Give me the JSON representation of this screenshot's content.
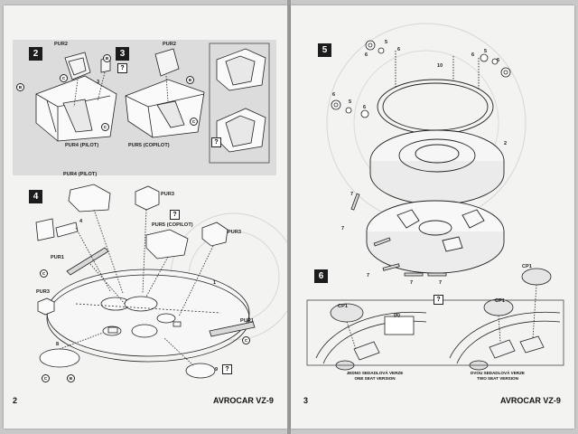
{
  "left_page": {
    "page_number": "2",
    "footer_title": "AVROCAR VZ-9",
    "steps": {
      "step2": {
        "number": "2",
        "labels": {
          "pur2": "PUR2",
          "pur4_pilot": "PUR4 (PILOT)",
          "part3": "3"
        }
      },
      "step3": {
        "number": "3",
        "labels": {
          "pur2": "PUR2",
          "pur5_copilot": "PUR5 (COPILOT)"
        }
      },
      "step4": {
        "number": "4",
        "labels": {
          "pur4_pilot": "PUR4 (PILOT)",
          "pur3_top": "PUR3",
          "pur5_copilot": "PUR5 (COPILOT)",
          "pur3_right": "PUR3",
          "pur1_left": "PUR1",
          "pur3_left": "PUR3",
          "pur1_right": "PUR1",
          "part4": "4",
          "part1": "1",
          "part8": "8",
          "part9": "9"
        }
      }
    },
    "question_mark": "?",
    "color_codes": {
      "c": "C",
      "b": "B"
    }
  },
  "right_page": {
    "page_number": "3",
    "footer_title": "AVROCAR VZ-9",
    "steps": {
      "step5": {
        "number": "5",
        "labels": {
          "p5": "5",
          "p6": "6",
          "p10": "10",
          "p2": "2",
          "p7": "7",
          "p5b": "5",
          "p6b": "6",
          "p6c": "6",
          "p5c": "5",
          "p6d": "6",
          "p6e": "6",
          "p5d": "5",
          "p6f": "6"
        }
      },
      "step6": {
        "number": "6",
        "labels": {
          "cp1_left": "CP1",
          "cp1_right": "CP1",
          "cp1_top": "CP1",
          "part8": "(8)"
        },
        "one_seat_cz": "JEDNO SEDADLOVÁ VERZE",
        "one_seat_en": "ONE SEAT VERSION",
        "two_seat_cz": "DVOU SEDADLOVÁ VERZE",
        "two_seat_en": "TWO SEAT VERSION"
      }
    }
  },
  "colors": {
    "paper": "#f3f3f1",
    "ink": "#1a1a1a",
    "step_box": "#1c1c1c"
  }
}
